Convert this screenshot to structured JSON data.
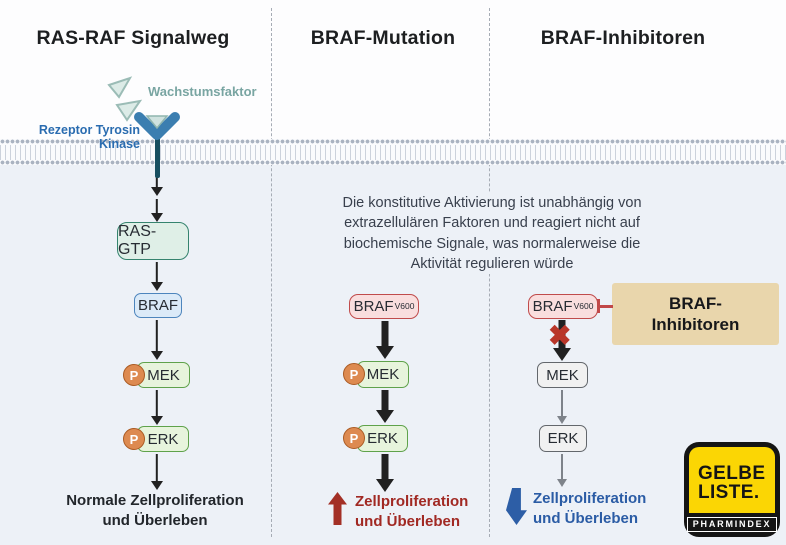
{
  "headers": {
    "col1": "RAS-RAF Signalweg",
    "col2": "BRAF-Mutation",
    "col3": "BRAF-Inhibitoren"
  },
  "normal": {
    "growth_factor": "Wachstumsfaktor",
    "receptor": "Rezeptor Tyrosin Kinase",
    "ras_gtp": "RAS-GTP",
    "braf": "BRAF",
    "mek": "MEK",
    "erk": "ERK",
    "outcome": "Normale Zellproliferation und Überleben"
  },
  "mutation": {
    "description": "Die konstitutive Aktivierung ist unabhängig von extrazellulären Faktoren und reagiert nicht auf biochemische Signale, was normalerweise die Aktivität regulieren würde",
    "braf": "BRAF",
    "braf_variant": "V600",
    "mek": "MEK",
    "erk": "ERK",
    "outcome": "Zellproliferation und Überleben"
  },
  "inhibitor": {
    "braf": "BRAF",
    "braf_variant": "V600",
    "inhibitor_box": "BRAF-Inhibitoren",
    "mek": "MEK",
    "erk": "ERK",
    "outcome": "Zellproliferation und Überleben"
  },
  "badges": {
    "phospho": "P"
  },
  "icons": {
    "blocked_x": "✖"
  },
  "logo": {
    "line1": "GELBE",
    "line2": "LISTE.",
    "sub": "PHARMINDEX"
  },
  "colors": {
    "accent_red": "#a33026",
    "accent_blue": "#2d5ea6",
    "inhibitor_tan": "#e9d6ac",
    "membrane_gray": "#aab3c1"
  }
}
